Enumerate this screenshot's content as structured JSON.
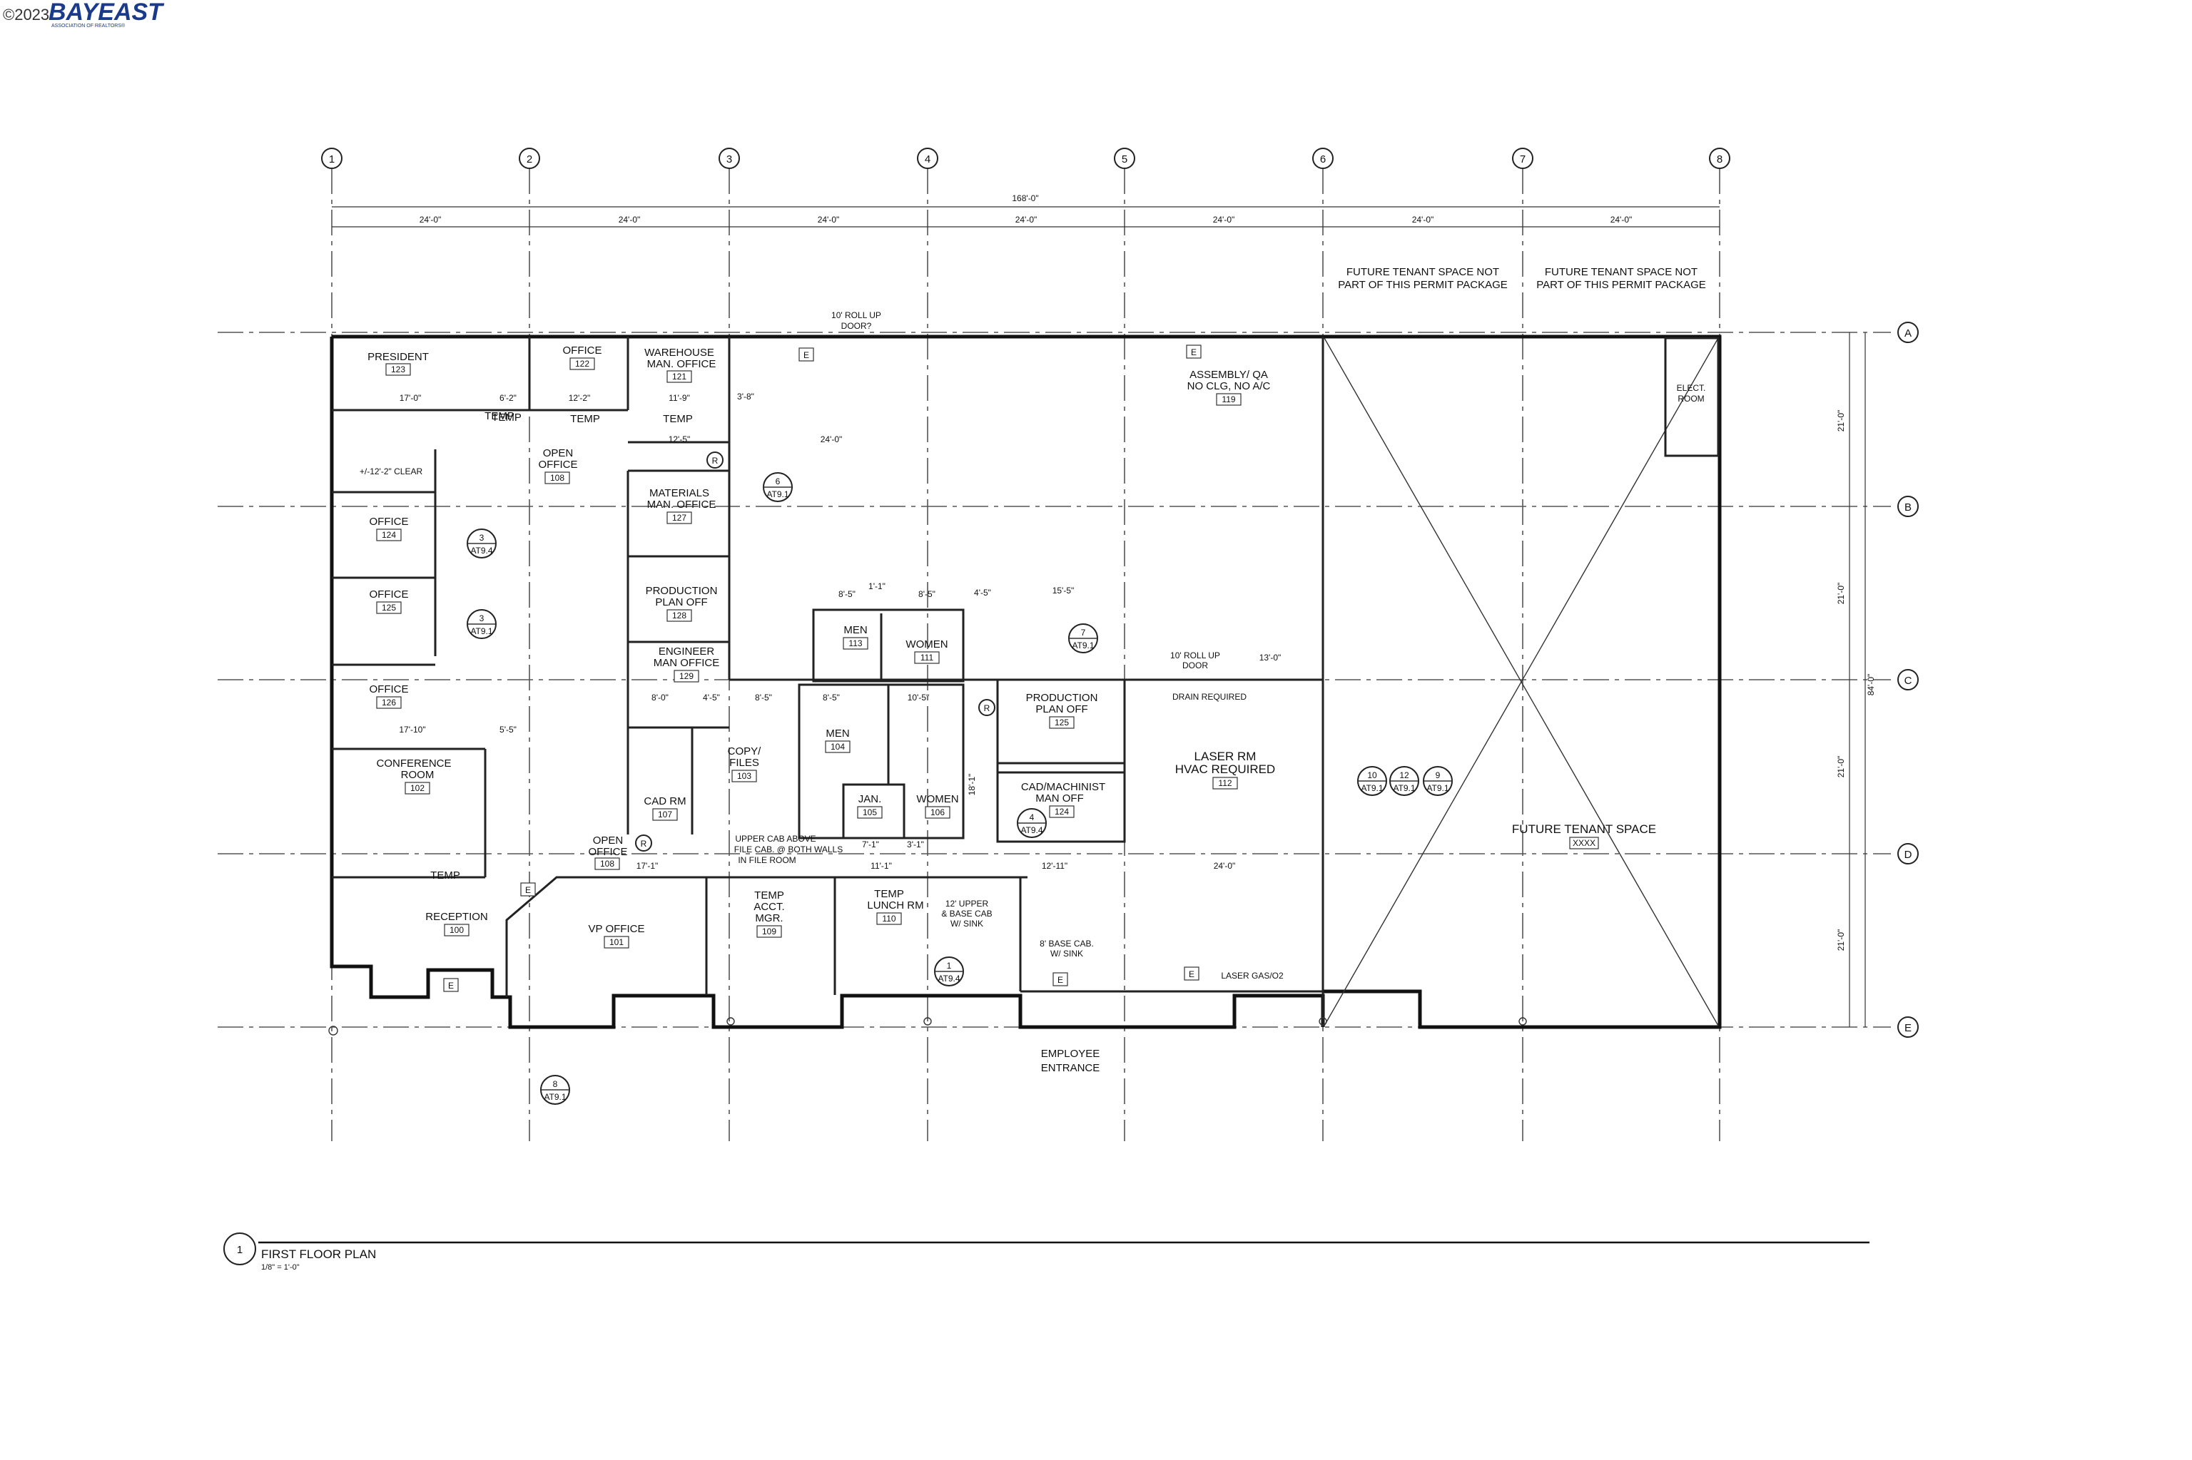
{
  "watermark": {
    "copyright": "©2023",
    "logo_text": "BAYEAST",
    "logo_sub": "ASSOCIATION OF REALTORS®"
  },
  "grid": {
    "columns": [
      "1",
      "2",
      "3",
      "4",
      "5",
      "6",
      "7",
      "8"
    ],
    "rows": [
      "A",
      "B",
      "C",
      "D",
      "E"
    ]
  },
  "dimensions": {
    "overall_width": "168'-0\"",
    "column_spacing": [
      "24'-0\"",
      "24'-0\"",
      "24'-0\"",
      "24'-0\"",
      "24'-0\"",
      "24'-0\"",
      "24'-0\""
    ],
    "overall_depth": "84'-0\"",
    "row_spacing": [
      "21'-0\"",
      "21'-0\"",
      "21'-0\"",
      "21'-0\""
    ]
  },
  "notes": {
    "future_1": [
      "FUTURE TENANT SPACE NOT",
      "PART OF THIS PERMIT PACKAGE"
    ],
    "future_2": [
      "FUTURE TENANT SPACE NOT",
      "PART OF THIS PERMIT PACKAGE"
    ],
    "roll_up_door_top": [
      "10' ROLL UP",
      "DOOR?"
    ],
    "roll_up_door_laser": [
      "10' ROLL UP",
      "DOOR"
    ],
    "drain": "DRAIN REQUIRED",
    "laser_gas": "LASER GAS/O2",
    "upper_cab": [
      "UPPER CAB ABOVE",
      "FILE CAB. @ BOTH WALLS",
      "IN FILE ROOM"
    ],
    "upper_base_cab": [
      "12' UPPER",
      "& BASE CAB",
      "W/ SINK"
    ],
    "base_cab": [
      "8' BASE CAB.",
      "W/ SINK"
    ],
    "clear": "+/-12'-2\" CLEAR",
    "employee_entrance": [
      "EMPLOYEE",
      "ENTRANCE"
    ],
    "elect_room": [
      "ELECT.",
      "ROOM"
    ],
    "temp": "TEMP",
    "e_mark": "E",
    "r_mark": "R"
  },
  "rooms": [
    {
      "name": "PRESIDENT",
      "num": "123"
    },
    {
      "name": "OFFICE",
      "num": "122"
    },
    {
      "name": "WAREHOUSE\nMAN. OFFICE",
      "num": "121"
    },
    {
      "name": "OPEN\nOFFICE",
      "num": "108"
    },
    {
      "name": "MATERIALS\nMAN. OFFICE",
      "num": "127"
    },
    {
      "name": "PRODUCTION\nPLAN OFF",
      "num": "128"
    },
    {
      "name": "ENGINEER\nMAN OFFICE",
      "num": "129"
    },
    {
      "name": "OFFICE",
      "num": "124"
    },
    {
      "name": "OFFICE",
      "num": "125"
    },
    {
      "name": "OFFICE",
      "num": "126"
    },
    {
      "name": "CONFERENCE\nROOM",
      "num": "102"
    },
    {
      "name": "CAD RM",
      "num": "107"
    },
    {
      "name": "COPY/\nFILES",
      "num": "103"
    },
    {
      "name": "MEN",
      "num": "113"
    },
    {
      "name": "WOMEN",
      "num": "111"
    },
    {
      "name": "MEN",
      "num": "104"
    },
    {
      "name": "JAN.",
      "num": "105"
    },
    {
      "name": "WOMEN",
      "num": "106"
    },
    {
      "name": "PRODUCTION\nPLAN OFF",
      "num": "125"
    },
    {
      "name": "CAD/MACHINIST\nMAN OFF",
      "num": "124"
    },
    {
      "name": "ASSEMBLY/ QA\nNO CLG, NO A/C",
      "num": "119"
    },
    {
      "name": "LASER RM\nHVAC REQUIRED",
      "num": "112"
    },
    {
      "name": "OPEN\nOFFICE",
      "num": "108"
    },
    {
      "name": "RECEPTION",
      "num": "100"
    },
    {
      "name": "VP OFFICE",
      "num": "101"
    },
    {
      "name": "TEMP\nACCT.\nMGR.",
      "num": "109"
    },
    {
      "name": "TEMP\nLUNCH RM",
      "num": "110"
    },
    {
      "name": "FUTURE TENANT SPACE",
      "num": "XXXX"
    }
  ],
  "detail_refs": [
    {
      "num": "6",
      "sheet": "AT9.1"
    },
    {
      "num": "3",
      "sheet": "AT9.4"
    },
    {
      "num": "3",
      "sheet": "AT9.1"
    },
    {
      "num": "7",
      "sheet": "AT9.1"
    },
    {
      "num": "4",
      "sheet": "AT9.4"
    },
    {
      "num": "1",
      "sheet": "AT9.4"
    },
    {
      "num": "8",
      "sheet": "AT9.1"
    },
    {
      "num": "10",
      "sheet": "AT9.1"
    },
    {
      "num": "12",
      "sheet": "AT9.1"
    },
    {
      "num": "9",
      "sheet": "AT9.1"
    }
  ],
  "room_dims": [
    "17'-0\"",
    "6'-2\"",
    "12'-2\"",
    "11'-9\"",
    "3'-8\"",
    "12'-5\"",
    "24'-0\"",
    "8'-5\"",
    "1'-1\"",
    "8'-5\"",
    "4'-5\"",
    "15'-5\"",
    "13'-0\"",
    "17'-10\"",
    "5'-5\"",
    "8'-0\"",
    "4'-5\"",
    "8'-5\"",
    "8'-5\"",
    "10'-5\"",
    "17'-1\"",
    "11'-1\"",
    "12'-11\"",
    "24'-0\"",
    "7'-1\"",
    "3'-1\"",
    "18'-1\""
  ],
  "title_block": {
    "num": "1",
    "title": "FIRST FLOOR PLAN",
    "scale": "1/8\" = 1'-0\""
  }
}
